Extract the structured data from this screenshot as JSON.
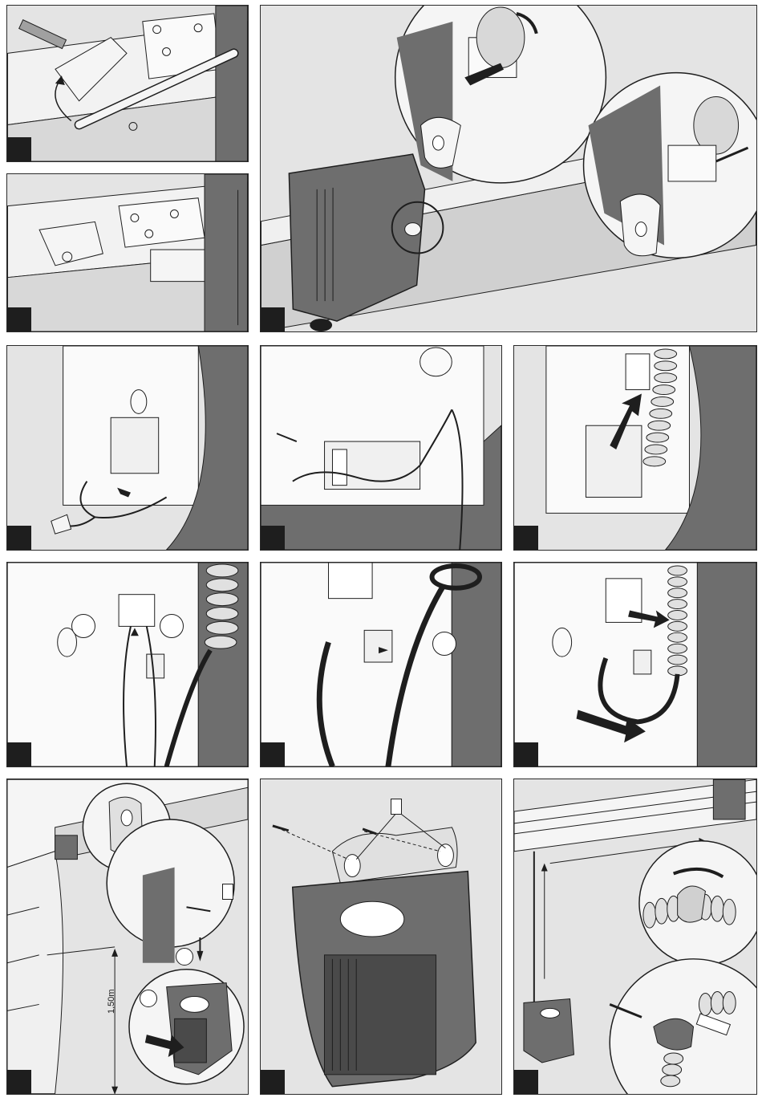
{
  "colors": {
    "housing": "#6e6e6e",
    "housing_dark": "#4a4a4a",
    "background": "#e4e4e4",
    "line": "#1e1e1e",
    "highlight": "#ffffff"
  },
  "icons": [
    "curved-arrow-icon",
    "straight-arrow-icon",
    "screwdriver-icon",
    "magnifier-circle"
  ],
  "panels": [
    {
      "id": "p1",
      "step": ""
    },
    {
      "id": "p2",
      "step": ""
    },
    {
      "id": "p3",
      "step": ""
    },
    {
      "id": "p4",
      "step": ""
    },
    {
      "id": "p5",
      "step": ""
    },
    {
      "id": "p6",
      "step": ""
    },
    {
      "id": "p7",
      "step": ""
    },
    {
      "id": "p8",
      "step": ""
    },
    {
      "id": "p9",
      "step": ""
    },
    {
      "id": "p10",
      "step": ""
    },
    {
      "id": "p11",
      "step": ""
    },
    {
      "id": "p12",
      "step": ""
    }
  ],
  "dimension_label": "1,50m"
}
